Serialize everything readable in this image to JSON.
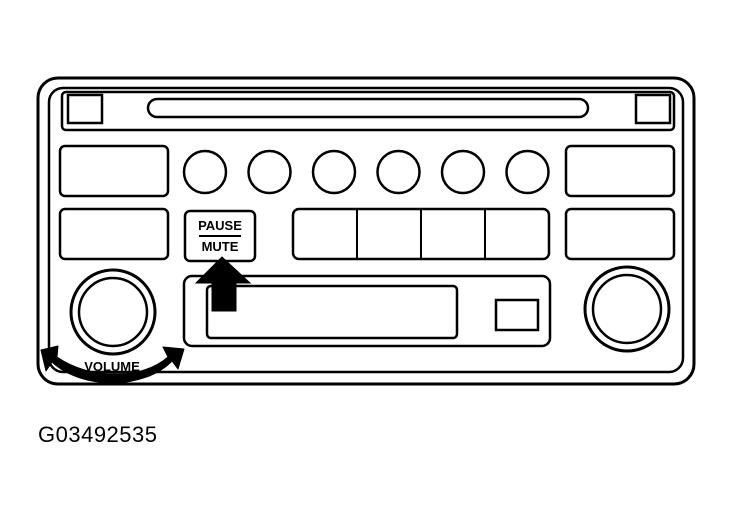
{
  "diagram": {
    "pause_label": "PAUSE",
    "mute_label": "MUTE",
    "volume_label": "VOLUME",
    "figure_id": "G03492535",
    "preset_button_count": 6,
    "line_color": "#000000",
    "background_color": "#ffffff"
  }
}
